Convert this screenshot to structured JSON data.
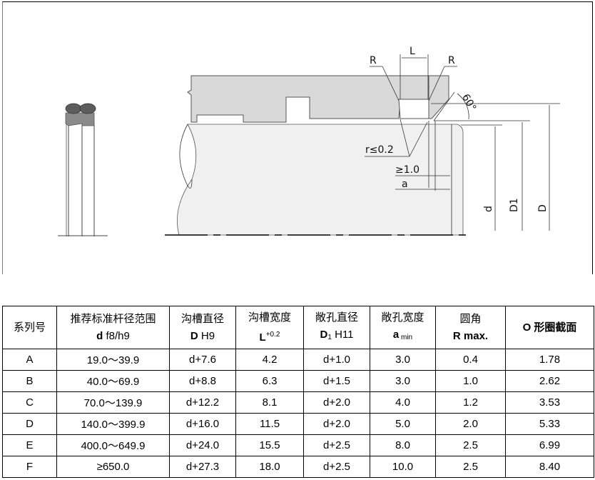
{
  "drawing": {
    "labels": {
      "L": "L",
      "R_left": "R",
      "R_right": "R",
      "angle": "60°",
      "r_max": "r≤0.2",
      "min_1": "≥1.0",
      "a": "a",
      "d": "d",
      "D1": "D1",
      "D": "D"
    },
    "colors": {
      "housing": "#d9d9d9",
      "shaft": "#f0f0f0",
      "seal_ring": "#8a8a8a",
      "o_ring": "#666666"
    }
  },
  "table": {
    "headers": [
      {
        "line1": "系列号",
        "line2_bold": "",
        "line2": "",
        "sup": "",
        "sub": ""
      },
      {
        "line1": "推荐标准杆径范围",
        "line2_bold": "d",
        "line2": " f8/h9",
        "sup": "",
        "sub": ""
      },
      {
        "line1": "沟槽直径",
        "line2_bold": "D",
        "line2": " H9",
        "sup": "",
        "sub": ""
      },
      {
        "line1": "沟槽宽度",
        "line2_bold": "L",
        "line2": "",
        "sup": "+0.2",
        "sub": ""
      },
      {
        "line1": "敞孔直径",
        "line2_bold": "D",
        "line2": " H11",
        "sup": "",
        "sub": "1"
      },
      {
        "line1": "敞孔宽度",
        "line2_bold": "a",
        "line2": "",
        "sup": "",
        "sub": " min"
      },
      {
        "line1": "圆角",
        "line2_bold": "R max.",
        "line2": "",
        "sup": "",
        "sub": ""
      },
      {
        "line1": "O 形圈截面",
        "line2_bold": "",
        "line2": "",
        "sup": "",
        "sub": ""
      }
    ],
    "rows": [
      [
        "A",
        "19.0～39.9",
        "d+7.6",
        "4.2",
        "d+1.0",
        "3.0",
        "0.4",
        "1.78"
      ],
      [
        "B",
        "40.0～69.9",
        "d+8.8",
        "6.3",
        "d+1.5",
        "3.0",
        "1.0",
        "2.62"
      ],
      [
        "C",
        "70.0～139.9",
        "d+12.2",
        "8.1",
        "d+2.0",
        "4.0",
        "1.2",
        "3.53"
      ],
      [
        "D",
        "140.0～399.9",
        "d+16.0",
        "11.5",
        "d+2.0",
        "5.0",
        "2.0",
        "5.33"
      ],
      [
        "E",
        "400.0～649.9",
        "d+24.0",
        "15.5",
        "d+2.5",
        "8.0",
        "2.5",
        "6.99"
      ],
      [
        "F",
        "≥650.0",
        "d+27.3",
        "18.0",
        "d+2.5",
        "10.0",
        "2.5",
        "8.40"
      ]
    ]
  }
}
